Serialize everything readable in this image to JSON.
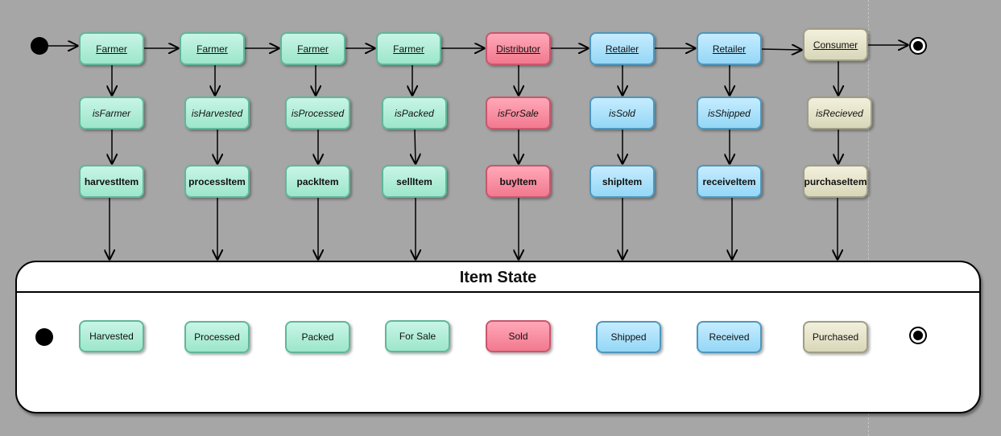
{
  "workflow": {
    "actors": [
      "Farmer",
      "Farmer",
      "Farmer",
      "Farmer",
      "Distributor",
      "Retailer",
      "Retailer",
      "Consumer"
    ],
    "guards": [
      "isFarmer",
      "isHarvested",
      "isProcessed",
      "isPacked",
      "isForSale",
      "isSold",
      "isShipped",
      "isRecieved"
    ],
    "actions": [
      "harvestItem",
      "processItem",
      "packItem",
      "sellItem",
      "buyItem",
      "shipItem",
      "receiveItem",
      "purchaseItem"
    ]
  },
  "item_state": {
    "title": "Item State",
    "states": [
      "Harvested",
      "Processed",
      "Packed",
      "For Sale",
      "Sold",
      "Shipped",
      "Received",
      "Purchased"
    ]
  },
  "colors": {
    "farmer": "#aeeed8",
    "distributor": "#f58ea1",
    "retailer": "#aee2fa",
    "consumer": "#e4e2c8"
  }
}
